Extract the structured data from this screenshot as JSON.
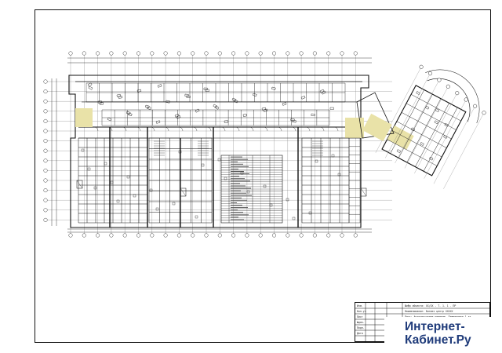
{
  "drawing": {
    "title_block": {
      "rows": [
        "Изм.",
        "Кол.уч",
        "Лист",
        "№док.",
        "Подп.",
        "Дата"
      ],
      "project_code": "Шифр объекта: ХХ/ХХ - Т- 1. 1 - ПР",
      "project_name": "Наименование: Бизнес центр ХХХХХ",
      "sheet_name": "Лист: Архитектурное решение. Планировка 1 эт."
    }
  },
  "watermark": {
    "line1": "Интернет-",
    "line2": "Кабинет.Ру"
  },
  "colors": {
    "ink": "#111111",
    "highlight": "#e9e2a8",
    "watermark": "#1f3b7a"
  }
}
